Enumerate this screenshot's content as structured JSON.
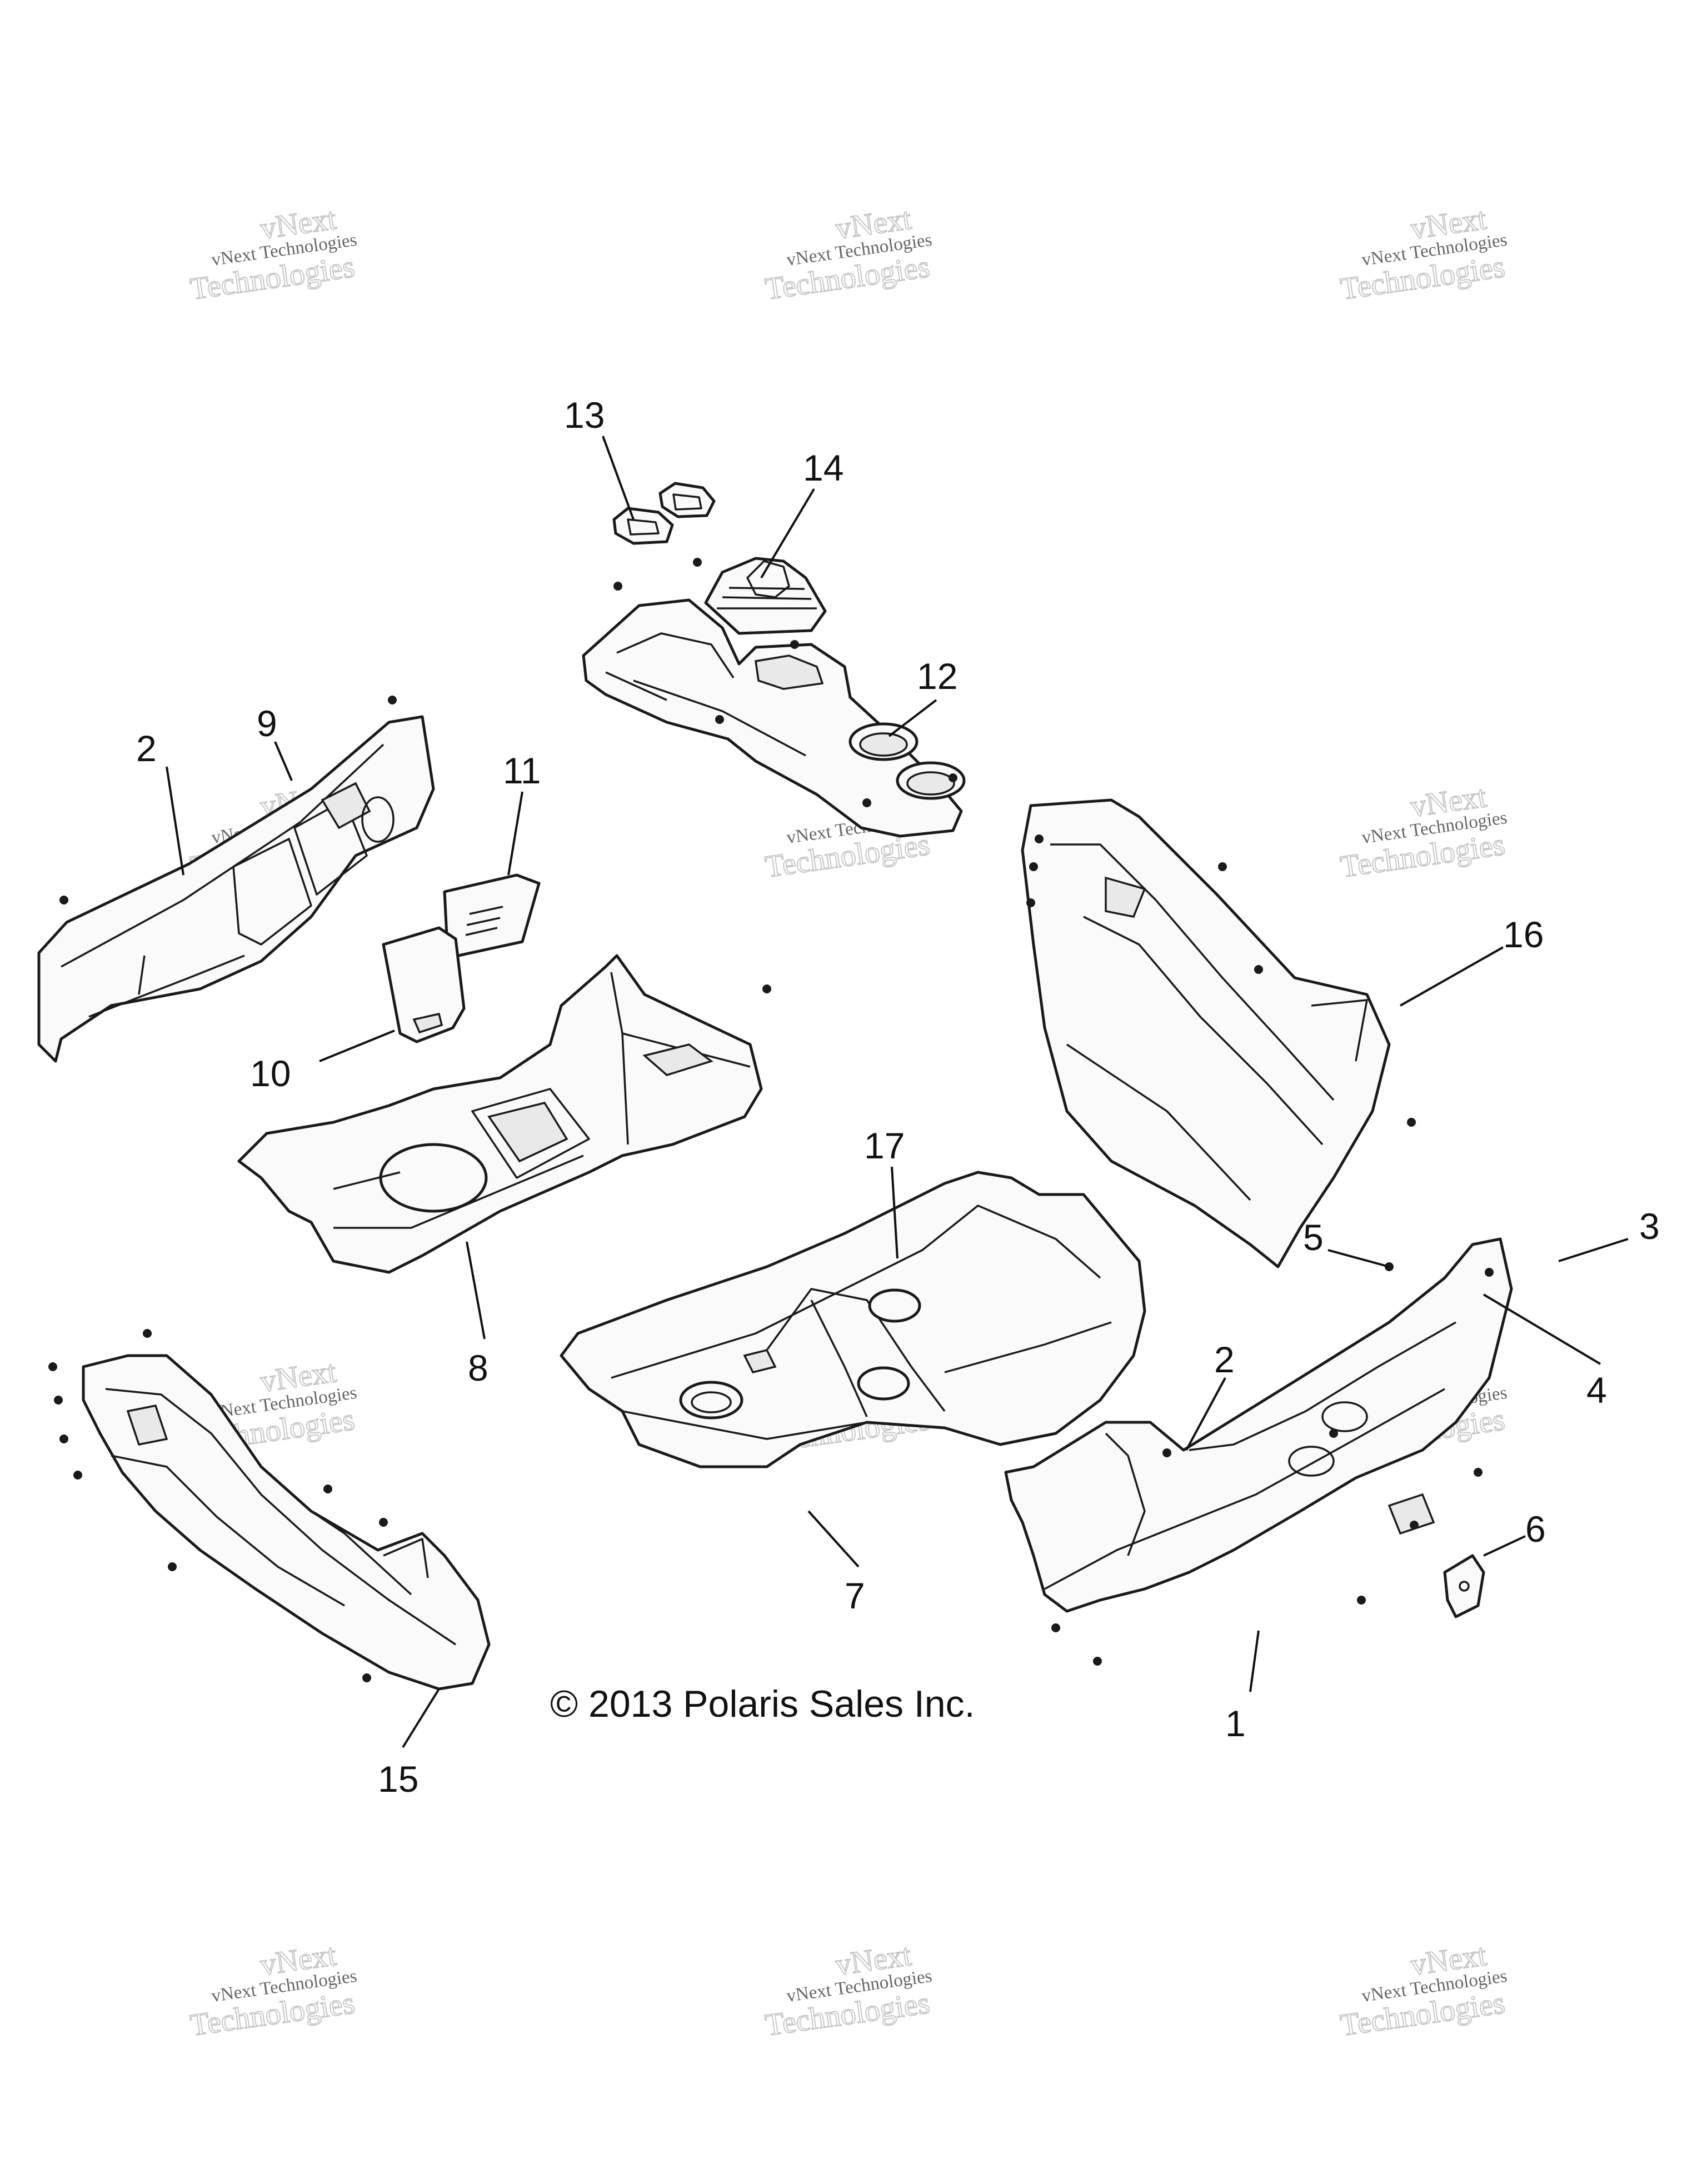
{
  "callouts": [
    "1",
    "2",
    "3",
    "4",
    "5",
    "6",
    "7",
    "8",
    "9",
    "10",
    "11",
    "12",
    "13",
    "14",
    "15",
    "16",
    "17"
  ],
  "copyright": "© 2013 Polaris Sales Inc.",
  "watermark": {
    "line1": "vNext",
    "line2": "vNext Technologies",
    "line3": "Technologies"
  }
}
